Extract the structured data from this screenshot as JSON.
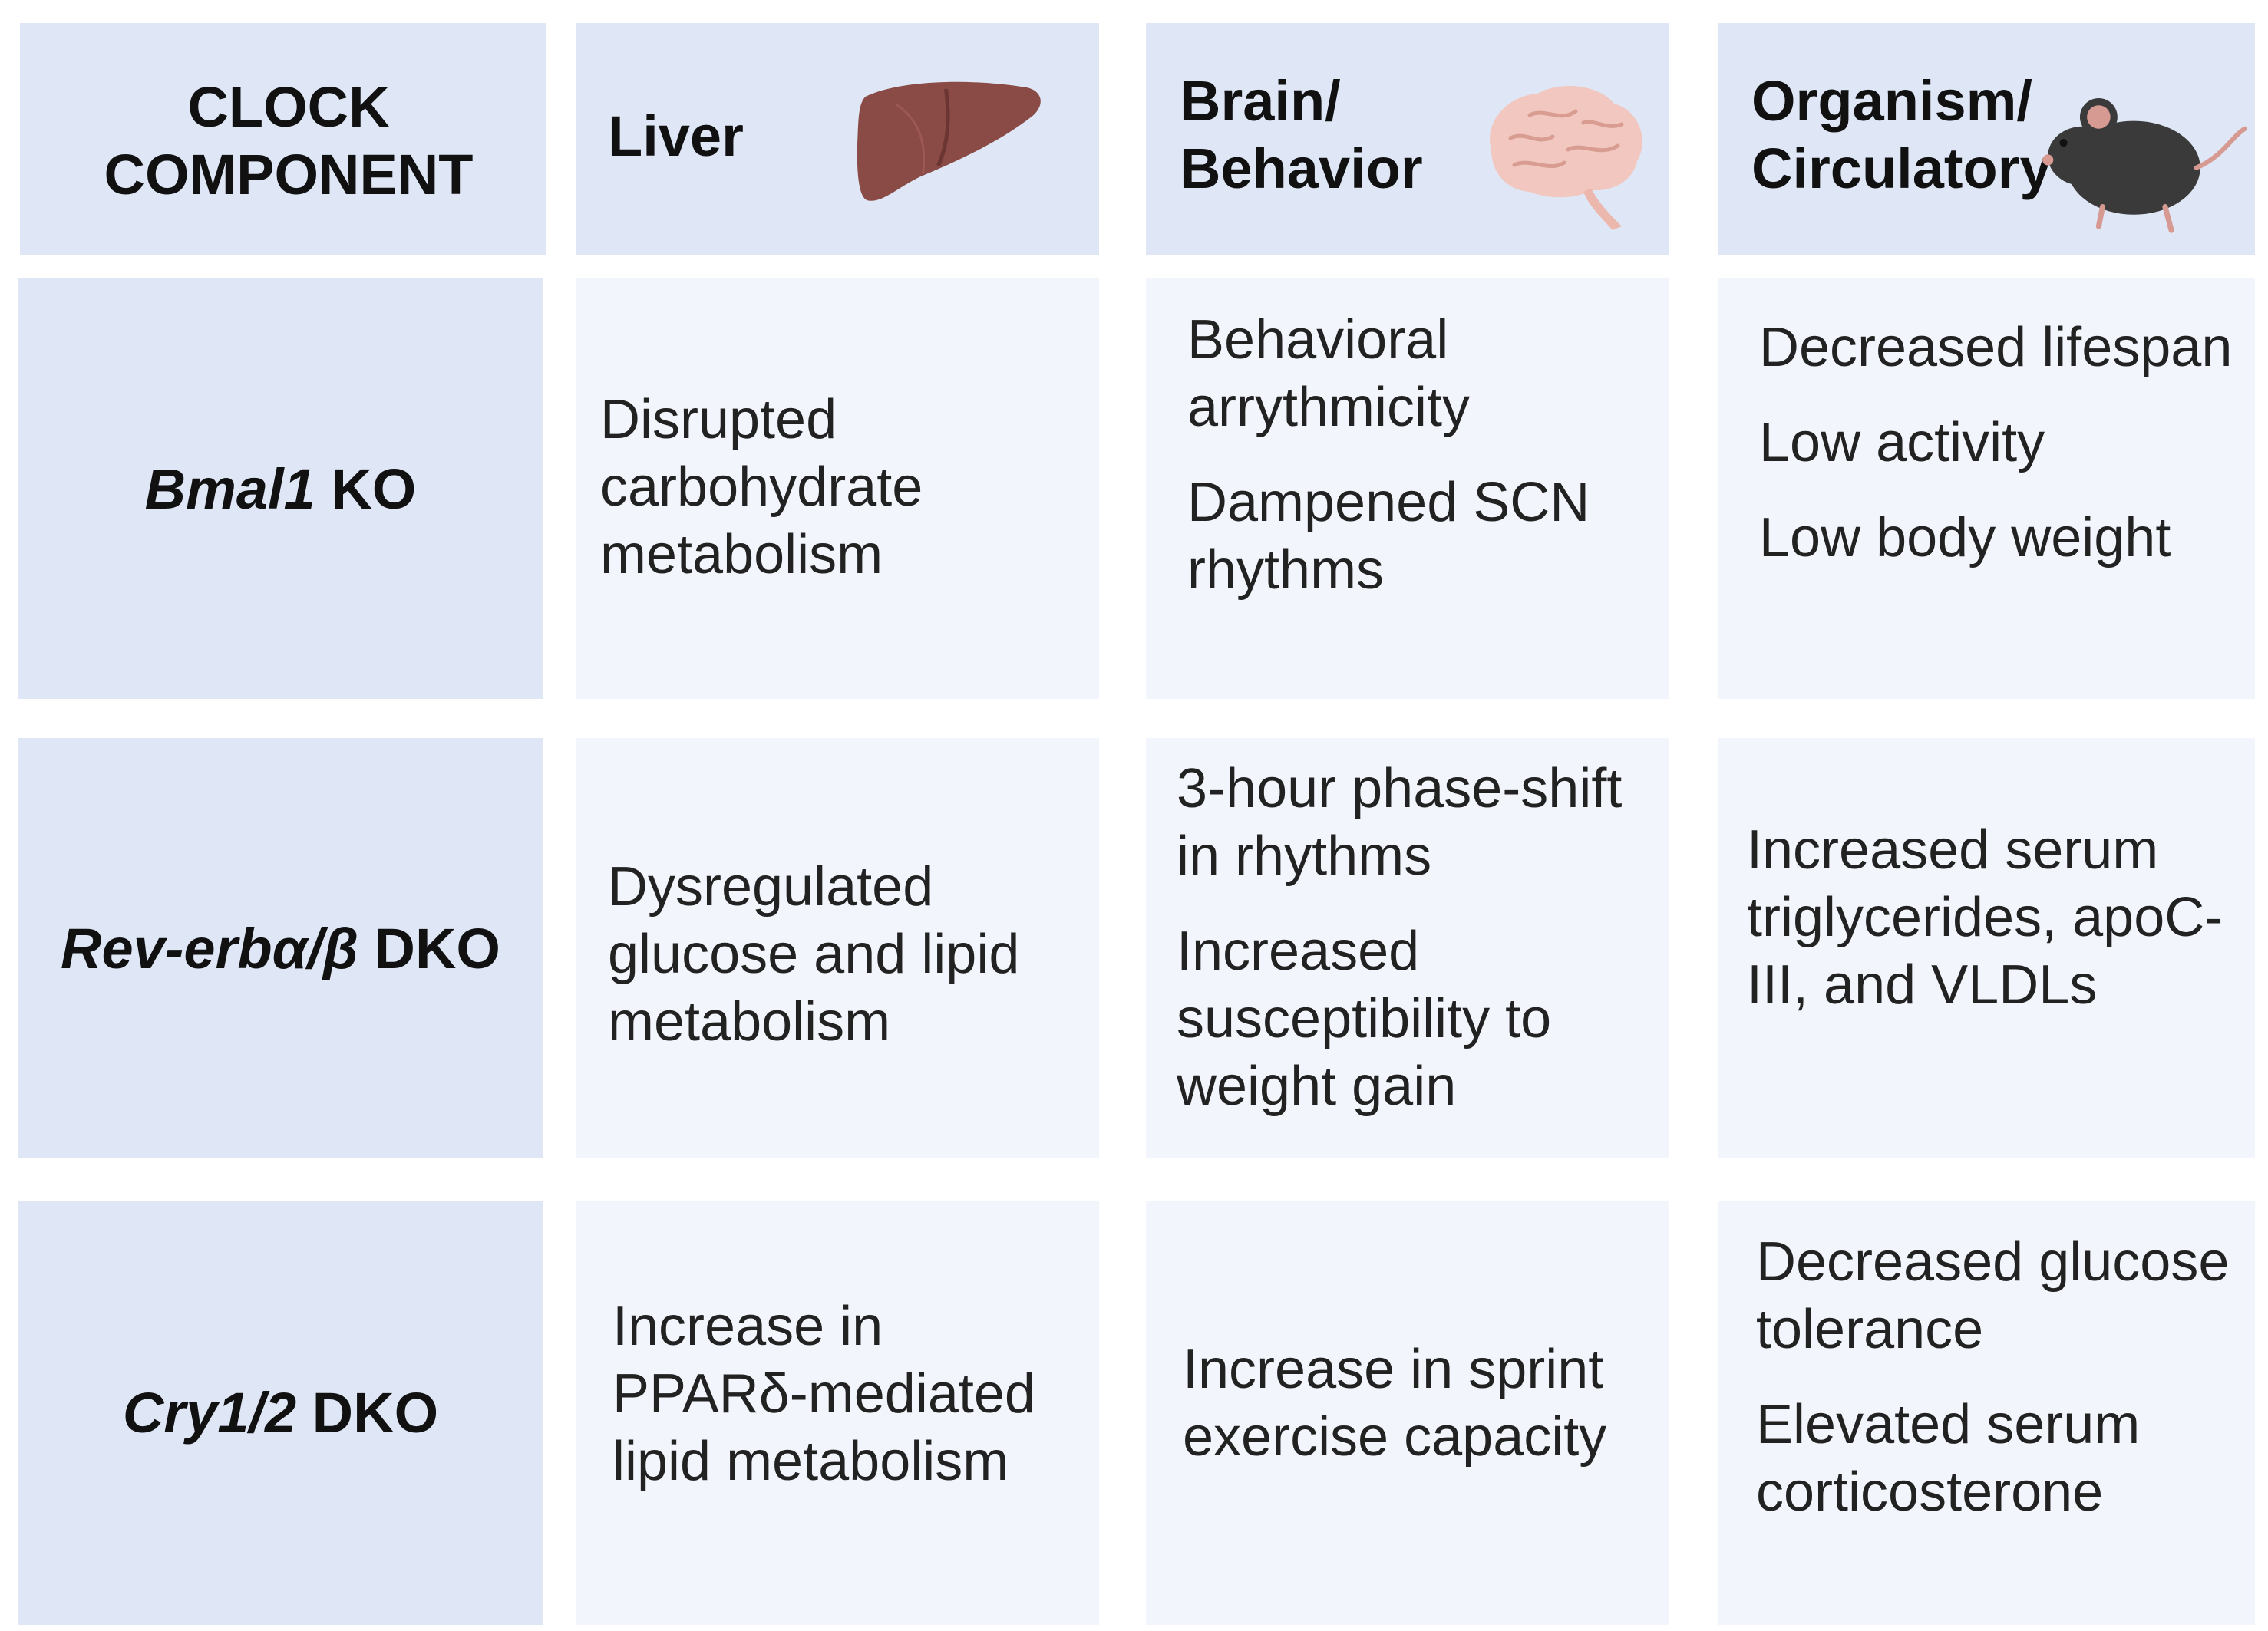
{
  "header": {
    "component": "CLOCK COMPONENT",
    "liver": "Liver",
    "brain": "Brain/ Behavior",
    "organism": "Organism/ Circulatory"
  },
  "rows": [
    {
      "gene": "Bmal1",
      "suffix": " KO",
      "liver": [
        "Disrupted carbohydrate metabolism"
      ],
      "brain": [
        "Behavioral arrythmicity",
        "Dampened SCN rhythms"
      ],
      "organism": [
        "Decreased lifespan",
        "Low activity",
        "Low body weight"
      ]
    },
    {
      "gene": "Rev-erbα/β",
      "suffix": " DKO",
      "liver": [
        "Dysregulated glucose and lipid metabolism"
      ],
      "brain": [
        "3-hour phase-shift in rhythms",
        "Increased susceptibility to weight gain"
      ],
      "organism": [
        "Increased serum triglycerides, apoC-III, and VLDLs"
      ]
    },
    {
      "gene": "Cry1/2",
      "suffix": " DKO",
      "liver": [
        "Increase in PPARδ-mediated lipid metabolism"
      ],
      "brain": [
        "Increase in sprint exercise capacity"
      ],
      "organism": [
        "Decreased glucose tolerance",
        "Elevated serum corticosterone"
      ]
    }
  ],
  "icons": {
    "liver": "liver-icon",
    "brain": "brain-icon",
    "organism": "mouse-icon"
  },
  "colors": {
    "header_bg": "#dfe7f6",
    "row_header_bg": "#dfe7f6",
    "cell_bg": "#f2f5fb",
    "liver": "#8a4a45",
    "brain": "#f1c7bf",
    "mouse": "#3a3a3a"
  }
}
